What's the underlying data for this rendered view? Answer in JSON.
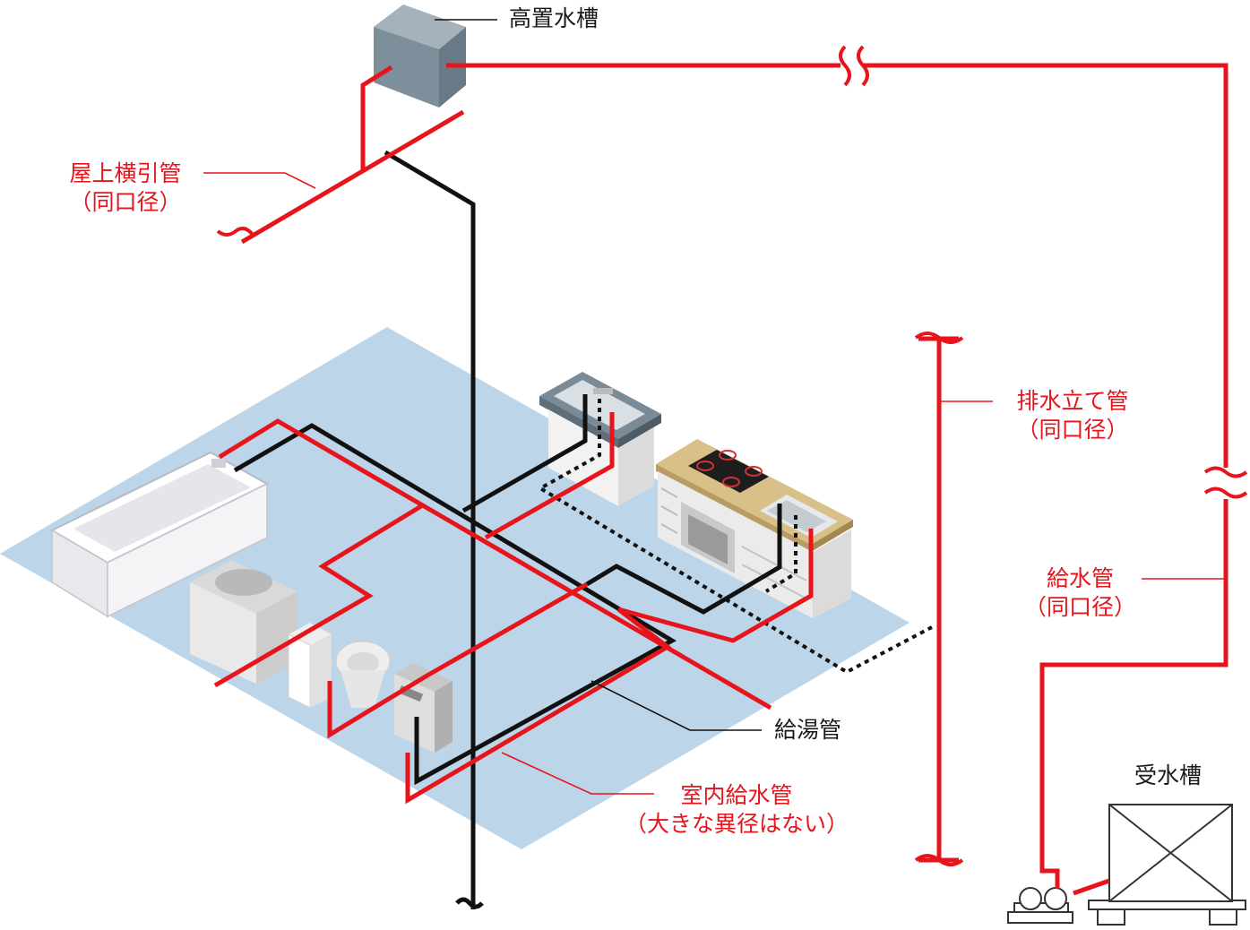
{
  "colors": {
    "water_pipe": "#e8141c",
    "hot_water_pipe": "#111111",
    "floor": "#bcd5e8",
    "tank": "#8596a3",
    "counter_top": "#d9bf88"
  },
  "labels": {
    "elevated_tank": "高置水槽",
    "roof_pipe_line1": "屋上横引管",
    "roof_pipe_line2": "（同口径）",
    "drain_riser_line1": "排水立て管",
    "drain_riser_line2": "（同口径）",
    "supply_pipe_line1": "給水管",
    "supply_pipe_line2": "（同口径）",
    "hot_water_pipe": "給湯管",
    "indoor_pipe_line1": "室内給水管",
    "indoor_pipe_line2": "（大きな異径はない）",
    "receiving_tank": "受水槽"
  }
}
